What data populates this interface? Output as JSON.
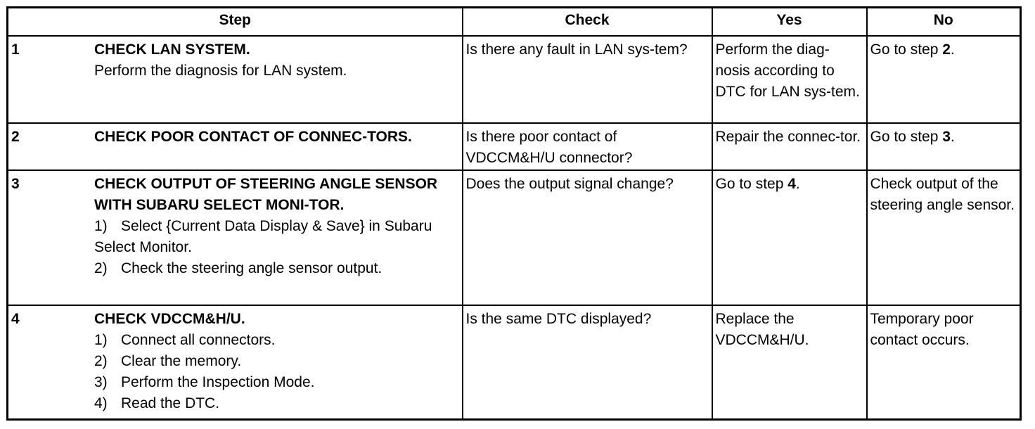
{
  "headers": {
    "step": "Step",
    "check": "Check",
    "yes": "Yes",
    "no": "No"
  },
  "rows": [
    {
      "num": "1",
      "title": "CHECK LAN SYSTEM.",
      "text": "Perform the diagnosis for LAN system.",
      "subs": [],
      "check": "Is there any fault in LAN sys-tem?",
      "yes": "Perform the diag-nosis according to DTC for LAN sys-tem.",
      "no_text": "Go to step ",
      "no_bold": "2",
      "no_end": "."
    },
    {
      "num": "2",
      "title": "CHECK POOR CONTACT OF CONNEC-TORS.",
      "text": "",
      "subs": [],
      "check": "Is there poor contact of VDCCM&H/U connector?",
      "yes": "Repair the connec-tor.",
      "no_text": "Go to step ",
      "no_bold": "3",
      "no_end": "."
    },
    {
      "num": "3",
      "title": "CHECK OUTPUT OF STEERING ANGLE SENSOR WITH SUBARU SELECT MONI-TOR.",
      "text": "",
      "subs": [
        {
          "n": "1)",
          "t": "Select {Current Data Display & Save} in Subaru Select Monitor."
        },
        {
          "n": "2)",
          "t": "Check the steering angle sensor output."
        }
      ],
      "check": "Does the output signal change?",
      "yes_text": "Go to step ",
      "yes_bold": "4",
      "yes_end": ".",
      "no": "Check output of the steering angle sensor."
    },
    {
      "num": "4",
      "title": "CHECK VDCCM&H/U.",
      "text": "",
      "subs": [
        {
          "n": "1)",
          "t": "Connect all connectors."
        },
        {
          "n": "2)",
          "t": "Clear the memory."
        },
        {
          "n": "3)",
          "t": "Perform the Inspection Mode."
        },
        {
          "n": "4)",
          "t": "Read the DTC."
        }
      ],
      "check": "Is the same DTC displayed?",
      "yes": "Replace the VDCCM&H/U.",
      "no": "Temporary poor contact occurs."
    }
  ]
}
